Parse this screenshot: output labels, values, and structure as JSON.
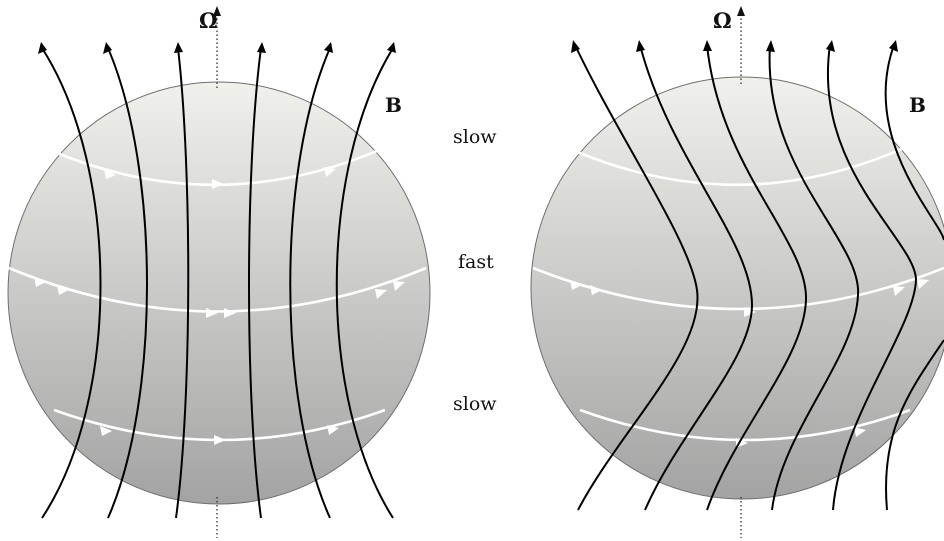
{
  "labels": {
    "omega_left": "Ω",
    "omega_right": "Ω",
    "b_left": "B",
    "b_right": "B",
    "band_top": "slow",
    "band_mid": "fast",
    "band_bottom": "slow"
  },
  "colors": {
    "sphere_top": "#f0f1ec",
    "sphere_bottom": "#a3a3a3",
    "field_line": "#000000",
    "flow_line": "#ffffff",
    "axis": "#333333"
  }
}
